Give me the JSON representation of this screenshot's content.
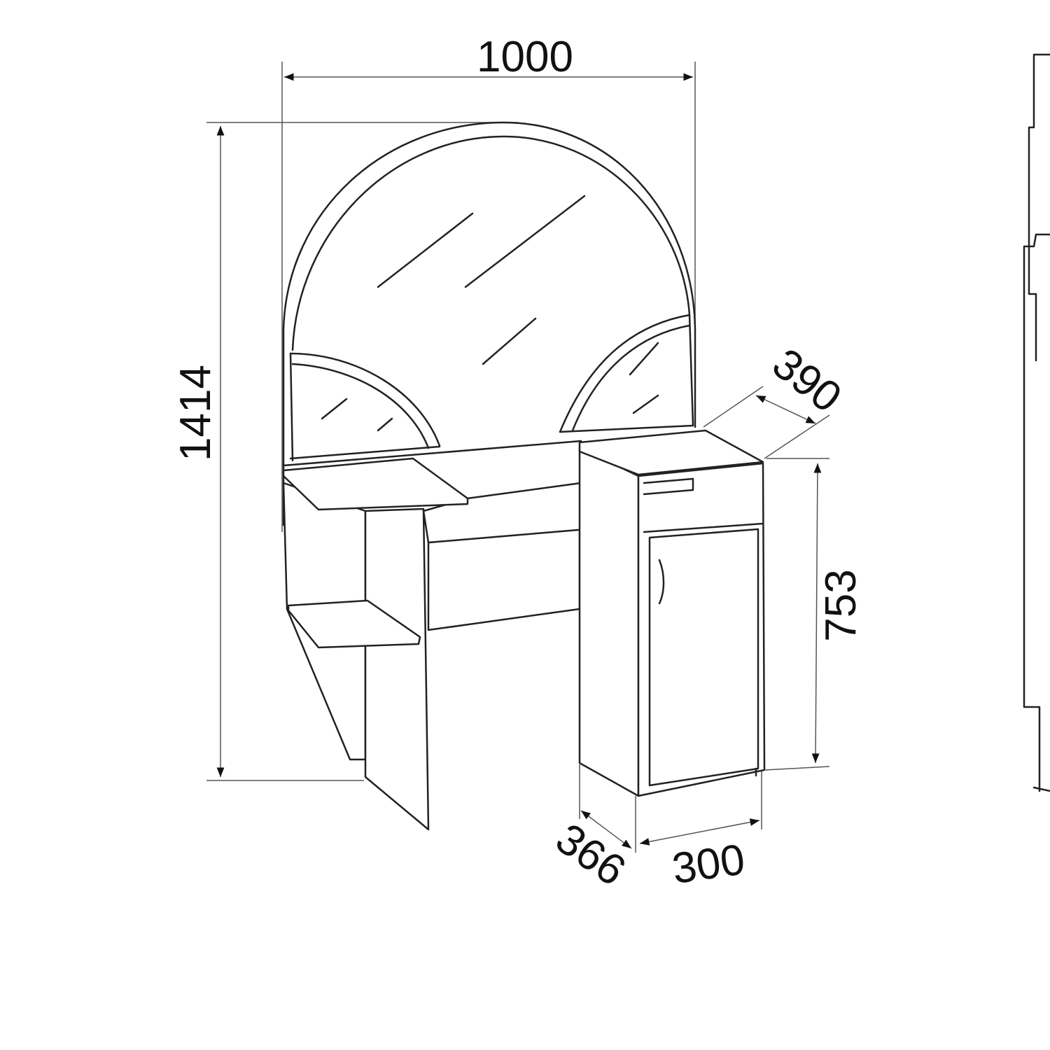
{
  "title": "Dressing table dimension drawing",
  "dimensions": {
    "width": "1000",
    "total_height": "1414",
    "cabinet_depth": "390",
    "table_height": "753",
    "leg_depth": "366",
    "cabinet_width": "300"
  },
  "colors": {
    "line": "#222222",
    "background": "#ffffff"
  }
}
